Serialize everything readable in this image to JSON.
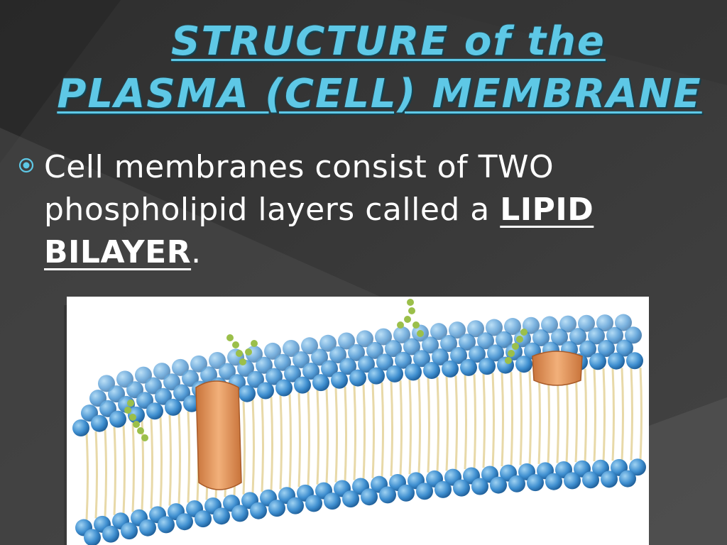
{
  "slide": {
    "title_line1": "STRUCTURE of the",
    "title_line2": "PLASMA (CELL) MEMBRANE",
    "bullet_part1": "Cell membranes consist of TWO phospholipid layers called a ",
    "bullet_bold1": "LIPID BILAYER",
    "bullet_end": ".",
    "bullet_icon": "target-bullet-icon",
    "accent_color": "#5ec8e6",
    "background_color": "#3a3a3a"
  },
  "figure": {
    "subject": "lipid-bilayer-illustration",
    "head_color": "#3f8fd0",
    "tail_color": "#e8d9a8",
    "protein_color": "#e89a5c",
    "glyco_color": "#9bbf4a"
  }
}
